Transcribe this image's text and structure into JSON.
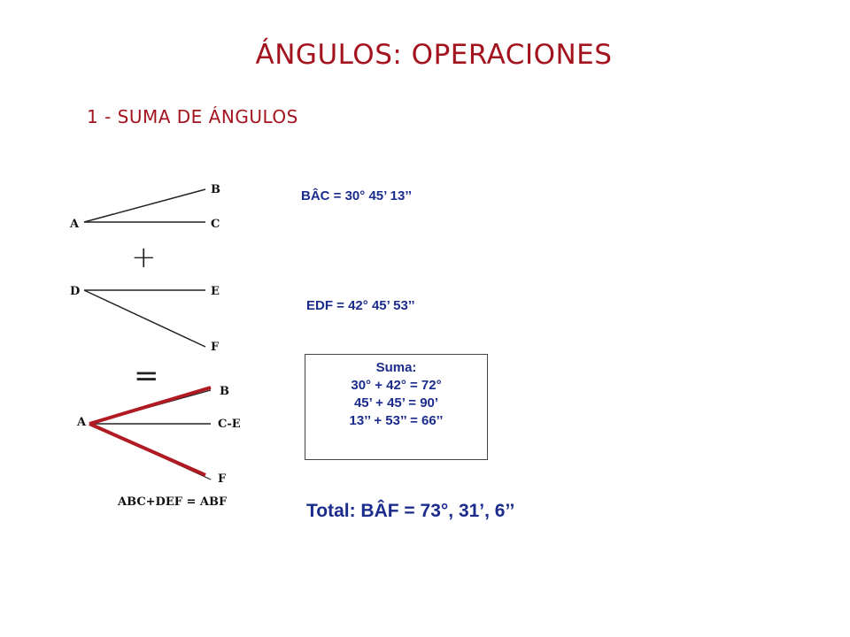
{
  "title": "ÁNGULOS:  OPERACIONES",
  "subtitle": "1 - SUMA DE ÁNGULOS",
  "diagram": {
    "angle1": {
      "vertex": "A",
      "ray1": "B",
      "ray2": "C"
    },
    "plus_sign": "+",
    "angle2": {
      "vertex": "D",
      "ray1": "E",
      "ray2": "F"
    },
    "equals_sign": "=",
    "result": {
      "vertex": "A",
      "ray1": "B",
      "ray2": "C-E",
      "ray3": "F"
    },
    "formula": "ABC+DEF = ABF",
    "highlight_color": "#b01a22"
  },
  "equations": {
    "bac": "BÂC = 30° 45’ 13’’",
    "edf": "EDF = 42° 45’ 53’’"
  },
  "sum_box": {
    "heading": "Suma:",
    "lines": [
      "30° + 42° = 72°",
      "45’ + 45’ = 90’",
      "13’’ + 53’’ = 66’’"
    ]
  },
  "total": "Total: BÂF = 73°, 31’, 6’’"
}
